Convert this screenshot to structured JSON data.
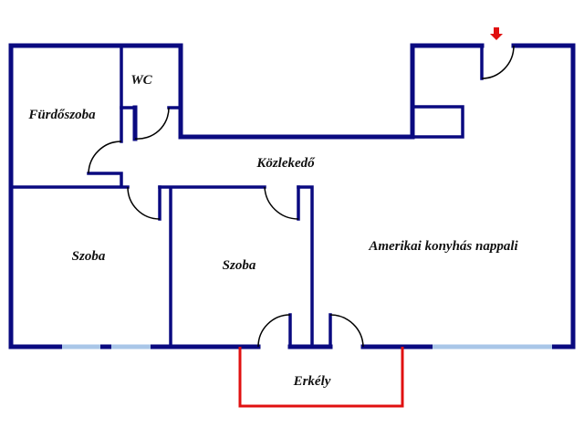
{
  "plan": {
    "rooms": {
      "wc": "WC",
      "bathroom": "Fürdőszoba",
      "corridor": "Közlekedő",
      "bedroom_left": "Szoba",
      "bedroom_middle": "Szoba",
      "living": "Amerikai konyhás nappali",
      "balcony": "Erkély"
    },
    "colors": {
      "wall": "#0a0a80",
      "window": "#a9c6e8",
      "balcony": "#e01010",
      "entrance_arrow": "#e01010"
    }
  }
}
